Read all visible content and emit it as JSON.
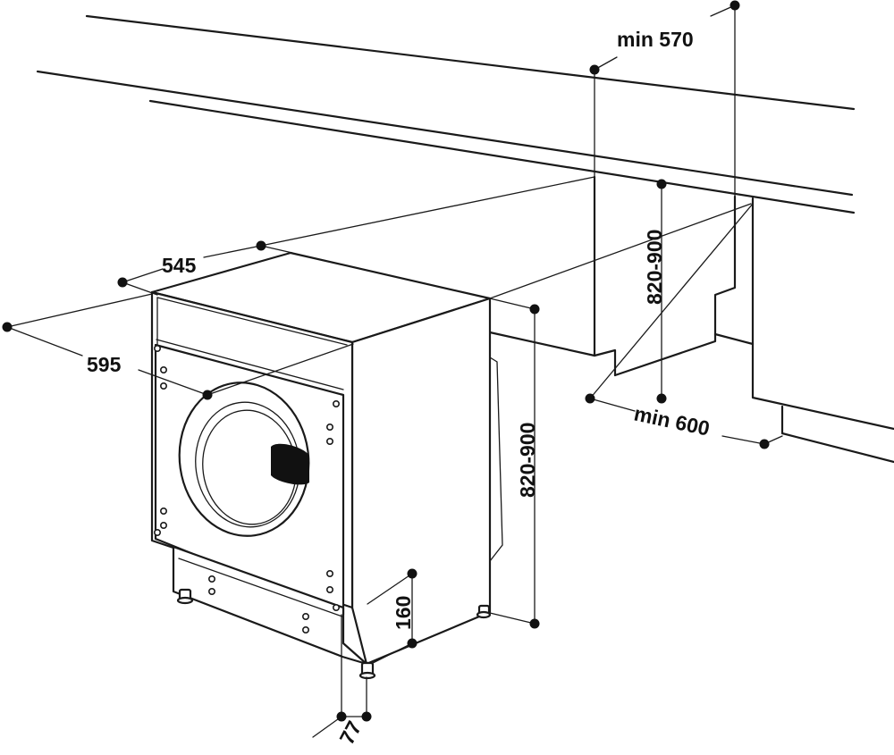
{
  "figure": {
    "dimensions": {
      "min_570": "min 570",
      "h_820_900_rear": "820-900",
      "min_600": "min 600",
      "d_545": "545",
      "w_595": "595",
      "h_820_900_front": "820-900",
      "h_160": "160",
      "d_77": "77"
    },
    "colors": {
      "line": "#1a1a1a",
      "background": "#ffffff",
      "door_handle": "#111111"
    }
  }
}
